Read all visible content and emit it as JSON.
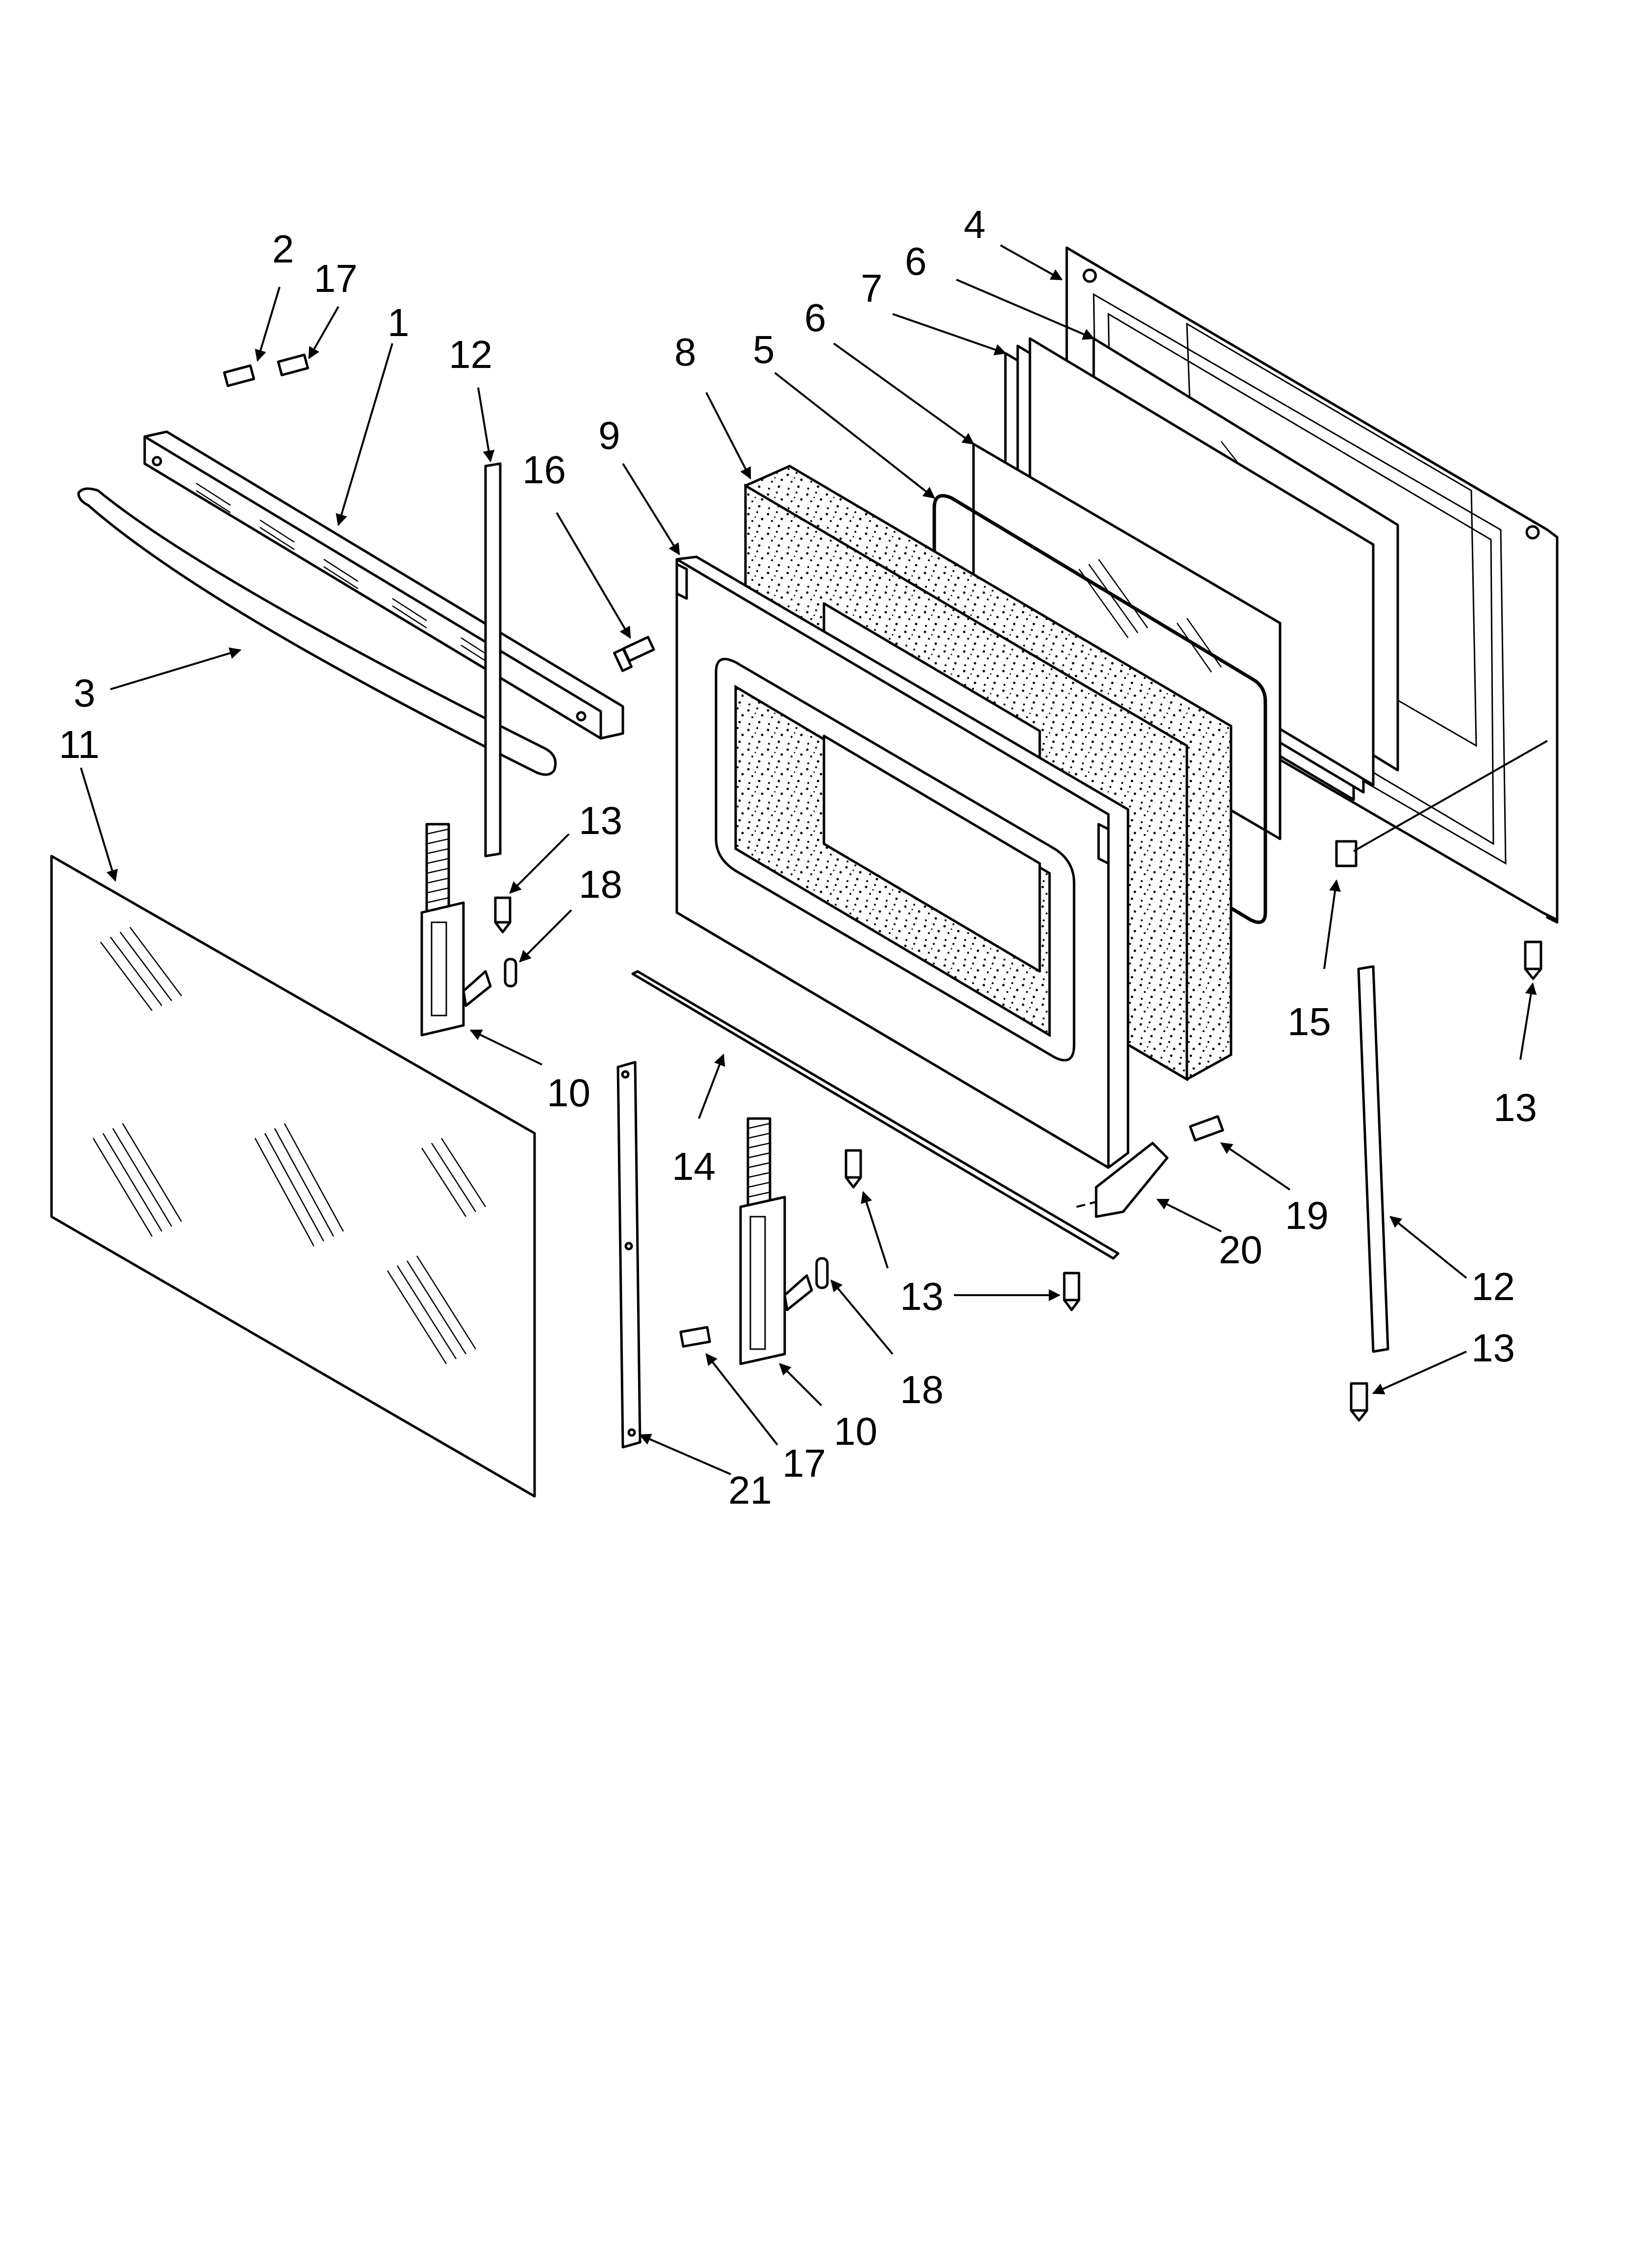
{
  "diagram": {
    "type": "exploded-parts-diagram",
    "callouts": [
      {
        "id": "c2",
        "label": "2"
      },
      {
        "id": "c17a",
        "label": "17"
      },
      {
        "id": "c1",
        "label": "1"
      },
      {
        "id": "c12a",
        "label": "12"
      },
      {
        "id": "c16",
        "label": "16"
      },
      {
        "id": "c9",
        "label": "9"
      },
      {
        "id": "c8",
        "label": "8"
      },
      {
        "id": "c5",
        "label": "5"
      },
      {
        "id": "c6a",
        "label": "6"
      },
      {
        "id": "c7",
        "label": "7"
      },
      {
        "id": "c6b",
        "label": "6"
      },
      {
        "id": "c4",
        "label": "4"
      },
      {
        "id": "c3",
        "label": "3"
      },
      {
        "id": "c11",
        "label": "11"
      },
      {
        "id": "c13a",
        "label": "13"
      },
      {
        "id": "c18a",
        "label": "18"
      },
      {
        "id": "c10a",
        "label": "10"
      },
      {
        "id": "c14",
        "label": "14"
      },
      {
        "id": "c15",
        "label": "15"
      },
      {
        "id": "c13b",
        "label": "13"
      },
      {
        "id": "c19",
        "label": "19"
      },
      {
        "id": "c20",
        "label": "20"
      },
      {
        "id": "c13c",
        "label": "13"
      },
      {
        "id": "c12b",
        "label": "12"
      },
      {
        "id": "c13d",
        "label": "13"
      },
      {
        "id": "c18b",
        "label": "18"
      },
      {
        "id": "c10b",
        "label": "10"
      },
      {
        "id": "c17b",
        "label": "17"
      },
      {
        "id": "c21",
        "label": "21"
      }
    ]
  },
  "colors": {
    "ink": "#000000",
    "paper": "#ffffff"
  }
}
